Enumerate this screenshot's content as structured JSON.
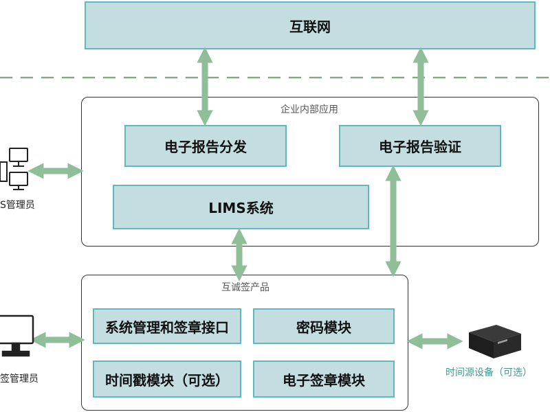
{
  "internet": {
    "label": "互联网"
  },
  "enterprise": {
    "title": "企业内部应用",
    "report_distribution": "电子报告分发",
    "report_verification": "电子报告验证",
    "lims": "LIMS系统"
  },
  "product": {
    "title": "互诚签产品",
    "sys_mgmt_interface": "系统管理和签章接口",
    "crypto_module": "密码模块",
    "timestamp_module": "时间戳模块（可选）",
    "e_seal_module": "电子签章模块"
  },
  "actors": {
    "lims_admin": "S管理员",
    "sign_admin": "签管理员",
    "time_source": "时间源设备（可选）"
  },
  "colors": {
    "box_fill": "#c4dde0",
    "box_border": "#5fb8bd",
    "arrow": "#8fbe98",
    "dashed_line": "#8aa48a",
    "teal_text": "#3f9c8e"
  }
}
